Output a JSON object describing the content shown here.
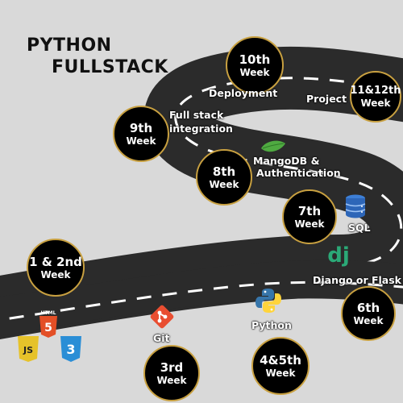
{
  "title": {
    "line1": "PYTHON",
    "line2": "FULLSTACK"
  },
  "milestones": [
    {
      "num": "1 & 2nd",
      "week": "Week"
    },
    {
      "num": "3rd",
      "week": "Week"
    },
    {
      "num": "4&5th",
      "week": "Week"
    },
    {
      "num": "6th",
      "week": "Week"
    },
    {
      "num": "7th",
      "week": "Week"
    },
    {
      "num": "8th",
      "week": "Week"
    },
    {
      "num": "9th",
      "week": "Week"
    },
    {
      "num": "10th",
      "week": "Week"
    },
    {
      "num": "11&12th",
      "week": "Week"
    }
  ],
  "topics": {
    "git": "Git",
    "python": "Python",
    "django": "Django or Flask",
    "sql": "SQL",
    "mongo_line1": "MangoDB &",
    "mongo_line2": "Authentication",
    "fullstack_line1": "Full stack",
    "fullstack_line2": "integration",
    "deployment": "Deployment",
    "project": "Project"
  },
  "icon_text": {
    "html": "HTML",
    "html_num": "5",
    "css_num": "3",
    "js": "JS",
    "django": "dj"
  },
  "colors": {
    "background": "#d9d9d9",
    "road": "#2b2b2b",
    "lane": "#ffffff",
    "badge_border": "#c8a040"
  }
}
